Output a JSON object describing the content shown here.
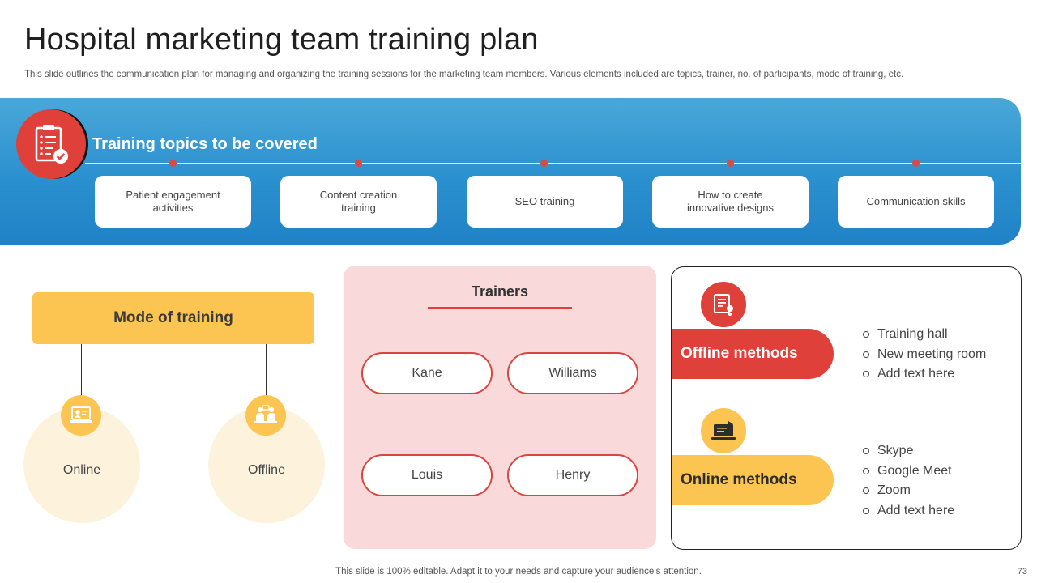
{
  "slide": {
    "title": "Hospital marketing team training plan",
    "subtitle": "This slide outlines the communication plan for managing and organizing the training sessions for the marketing team members. Various elements included are topics, trainer, no. of participants, mode of training, etc.",
    "footer": "This slide is 100% editable. Adapt it to your needs and capture your audience’s attention.",
    "page_number": "73"
  },
  "topics": {
    "heading": "Training topics to be covered",
    "icon": "clipboard-checklist-icon",
    "items": [
      "Patient engagement activities",
      "Content creation training",
      "SEO training",
      "How to create innovative designs",
      "Communication skills"
    ]
  },
  "mode": {
    "heading": "Mode of training",
    "options": [
      {
        "label": "Online",
        "icon": "laptop-user-icon"
      },
      {
        "label": "Offline",
        "icon": "meeting-people-icon"
      }
    ]
  },
  "trainers": {
    "heading": "Trainers",
    "names": [
      "Kane",
      "Williams",
      "Louis",
      "Henry"
    ]
  },
  "methods": {
    "offline": {
      "label": "Offline methods",
      "icon": "document-list-icon",
      "items": [
        "Training hall",
        "New meeting room",
        "Add text here"
      ]
    },
    "online": {
      "label": "Online methods",
      "icon": "laptop-video-icon",
      "items": [
        "Skype",
        "Google Meet",
        "Zoom",
        "Add text here"
      ]
    }
  },
  "colors": {
    "red": "#e0403a",
    "yellow": "#fcc450",
    "blue": "#2b90cf",
    "pink": "#f9d9d9"
  }
}
